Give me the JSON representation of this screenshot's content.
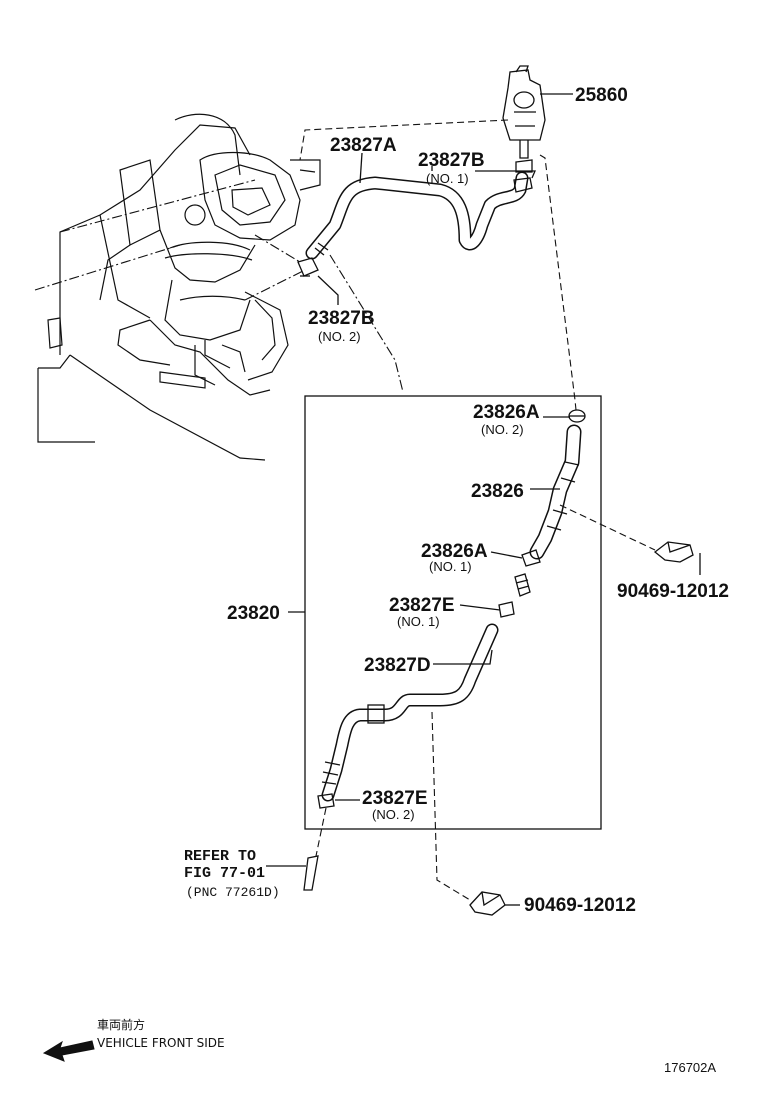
{
  "labels": {
    "p25860": "25860",
    "p23827A": "23827A",
    "p23827B_no1": "23827B",
    "p23827B_no1_sub": "(NO. 1)",
    "p23827B_no2": "23827B",
    "p23827B_no2_sub": "(NO. 2)",
    "p23826A_no2": "23826A",
    "p23826A_no2_sub": "(NO. 2)",
    "p23826": "23826",
    "p23826A_no1": "23826A",
    "p23826A_no1_sub": "(NO. 1)",
    "p23827E_no1": "23827E",
    "p23827E_no1_sub": "(NO. 1)",
    "p23820": "23820",
    "p23827D": "23827D",
    "p23827E_no2": "23827E",
    "p23827E_no2_sub": "(NO. 2)",
    "p90469_a": "90469-12012",
    "p90469_b": "90469-12012"
  },
  "reference": {
    "line1": "REFER TO",
    "line2": "FIG 77-01",
    "line3": "(PNC 77261D)"
  },
  "direction": {
    "japanese": "車両前方",
    "english": "VEHICLE FRONT SIDE"
  },
  "figure_code": "176702A"
}
